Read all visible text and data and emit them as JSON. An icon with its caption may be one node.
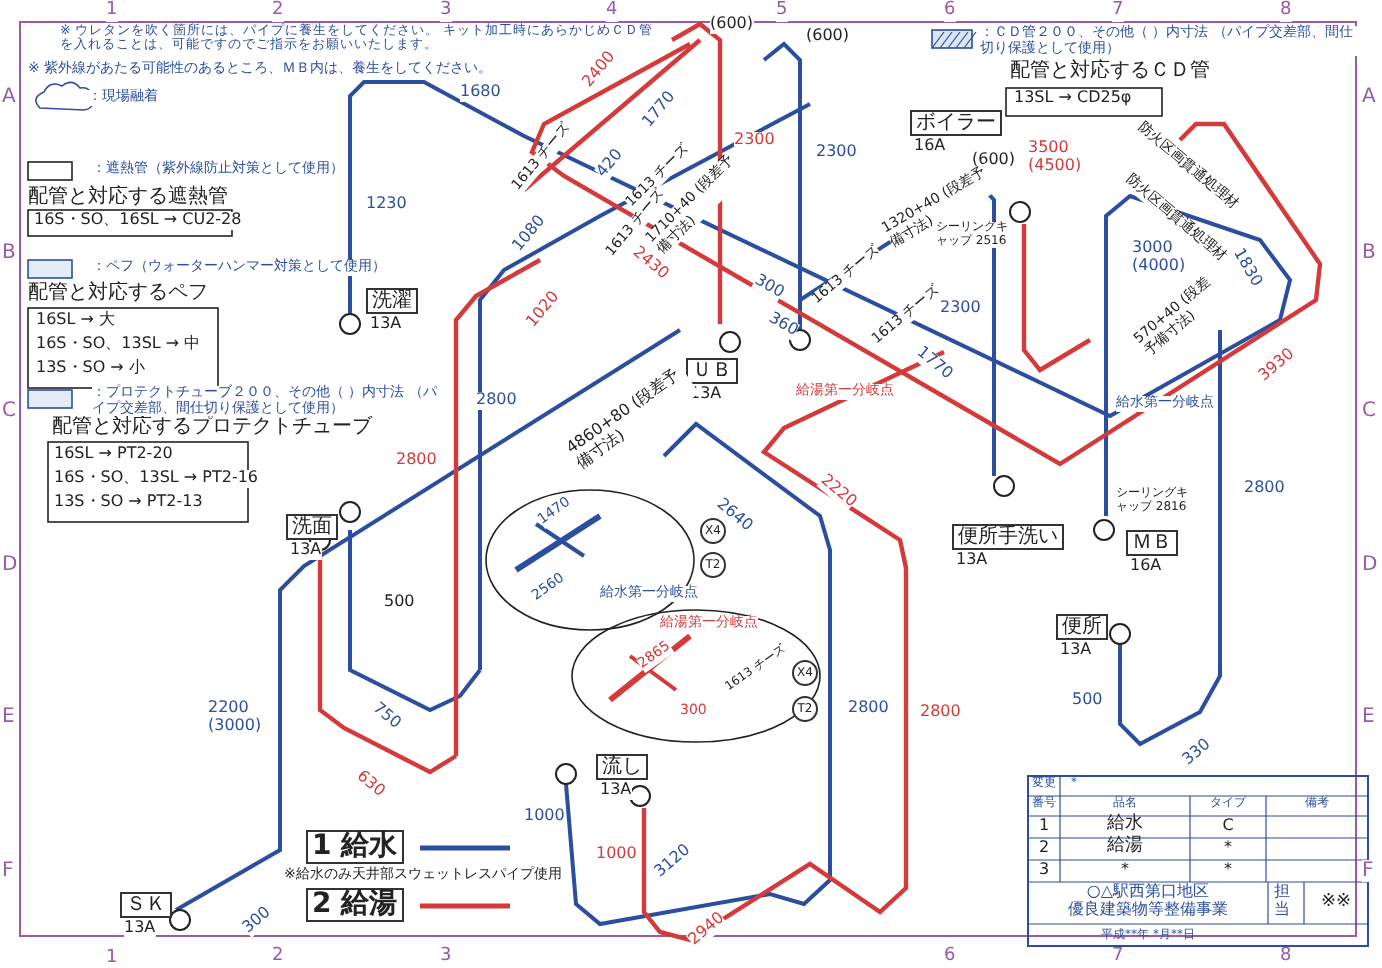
{
  "diagram": {
    "nodes": [
      {
        "text": [
          "洗濯"
        ],
        "beside": [
          "13A"
        ]
      },
      {
        "text": [
          "ＵＢ"
        ],
        "beside": [
          "13A"
        ]
      },
      {
        "text": [
          "ボイラー"
        ],
        "beside": [
          "16A"
        ]
      },
      {
        "text": [
          "洗面"
        ],
        "beside": [
          "13A"
        ]
      },
      {
        "text": [
          "便所手洗い"
        ],
        "beside": [
          "13A"
        ]
      },
      {
        "text": [
          "ＭＢ"
        ],
        "beside": [
          "16A"
        ]
      },
      {
        "text": [
          "便所"
        ],
        "beside": [
          "13A"
        ]
      },
      {
        "text": [
          "流し"
        ],
        "beside": [
          "13A"
        ]
      },
      {
        "text": [
          "ＳＫ"
        ],
        "beside": [
          "13A"
        ]
      }
    ],
    "labels": [
      "※ ウレタンを吹く箇所には、パイプに養生をしてください。 キット加工時にあらかじめＣＤ管を入れることは、可能ですのでご指示をお願いいたします。",
      "※ 紫外線があたる可能性のあるところ、ＭＢ内は、養生をしてください。",
      "配管と対応する遮熱管",
      "16S・SO、16SL → CU2-28",
      "配管と対応するペフ",
      "16SL → 大",
      "16S・SO、13SL → 中",
      "13S・SO → 小",
      "配管と対応するプロテクトチューブ",
      "16SL → PT2-20",
      "16S・SO、13SL → PT2-16",
      "13S・SO → PT2-13",
      "配管と対応するＣＤ管",
      "13SL → CD25φ",
      "(600)",
      "(600)",
      "(600)",
      "1680",
      "1230",
      "2400",
      "1770",
      "1613 チーズ",
      "420",
      "1613 チーズ",
      "1710+40 (段差予備寸法)",
      "1613 チーズ",
      "1080",
      "2430",
      "1020",
      "2300",
      "2300",
      "1613 チーズ",
      "1613 チーズ",
      "300",
      "360",
      "1320+40 (段差予備寸法)",
      "3500 (4500)",
      "シーリングキャップ 2516",
      "2300",
      "防火区画貫通処理材",
      "防火区画貫通処理材",
      "3000 (4000)",
      "1830",
      "570+40 (段差予備寸法)",
      "1770",
      "3930",
      "給湯第一分岐点",
      "給水第一分岐点",
      "4860+80 (段差予備寸法)",
      "2800",
      "2800",
      "2640",
      "2220",
      "2800",
      "シーリングキャップ 2816",
      "500",
      "1470",
      "2560",
      "給水第一分岐点",
      "X4",
      "T2",
      "2865",
      "1613 チーズ",
      "300",
      "給湯第一分岐点",
      "X4",
      "T2",
      "750",
      "630",
      "2200 (3000)",
      "300",
      "1000",
      "1000",
      "3120",
      "2800",
      "2800",
      "2940",
      "500",
      "330",
      "※給水のみ天井部スウェットレスパイプ使用",
      "1",
      "2",
      "3",
      "4",
      "5",
      "6",
      "7",
      "8",
      "A",
      "B",
      "C",
      "D",
      "E",
      "F",
      "A",
      "B",
      "C",
      "D",
      "E",
      "F",
      "1",
      "2",
      "3",
      "6",
      "7",
      "8",
      "変更",
      "*",
      "番号",
      "品名",
      "タイプ",
      "備考",
      "1",
      "給水",
      "C",
      "2",
      "給湯",
      "*",
      "3",
      "*",
      "*",
      "○△駅西第口地区",
      "優良建築物等整備事業",
      "担当",
      "※※",
      "平成**年 *月**日"
    ],
    "legend": [
      {
        "text": "：現場融着"
      },
      {
        "text": "：遮熱管（紫外線防止対策として使用）"
      },
      {
        "text": "：ペフ（ウォーターハンマー対策として使用）"
      },
      {
        "text": "：プロテクトチューブ２００、その他（ ）内寸法 （パイプ交差部、間仕切り保護として使用）"
      },
      {
        "text": "：ＣＤ管２００、その他（ ）内寸法 （パイプ交差部、間仕切り保護として使用）"
      },
      {
        "text": "1 給水"
      },
      {
        "text": "2 給湯"
      }
    ]
  }
}
